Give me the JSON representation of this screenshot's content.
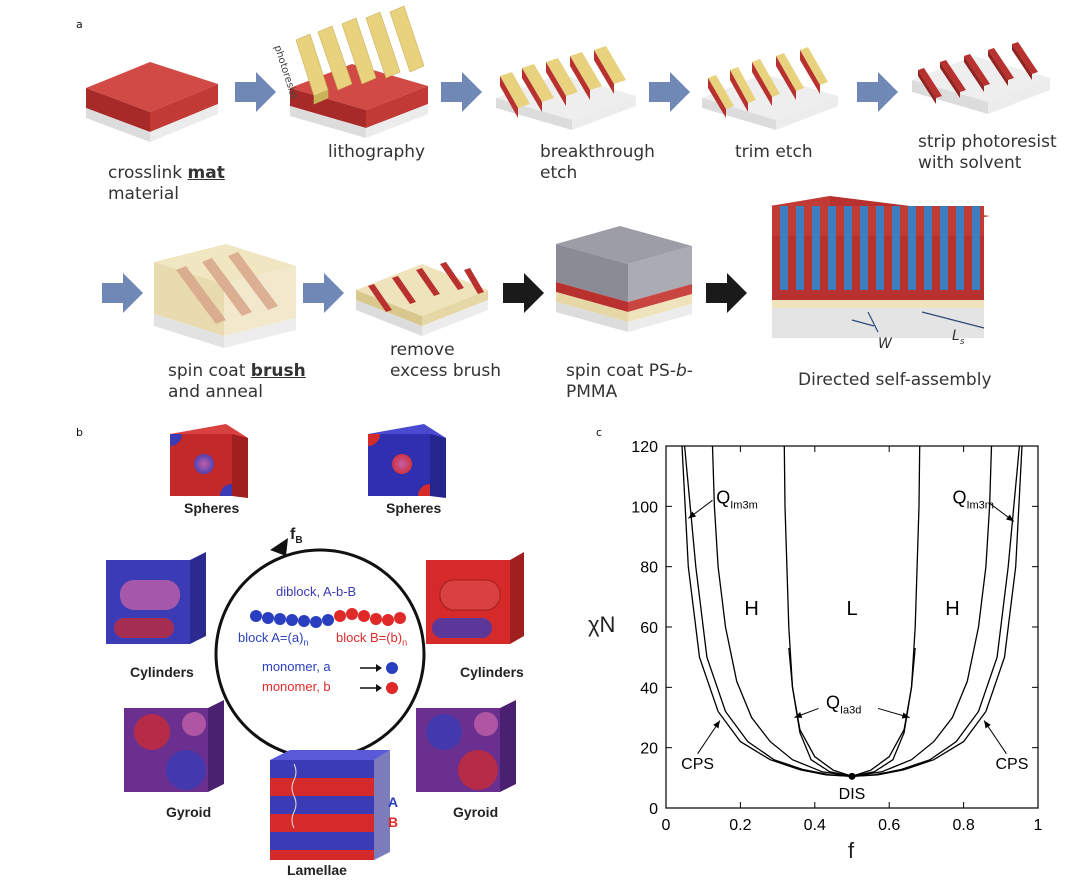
{
  "panel_a": {
    "letter": "a",
    "photoresist_label": "photoresist",
    "steps": [
      {
        "pre": "crosslink ",
        "bold": "mat",
        "post": "\nmaterial"
      },
      {
        "pre": "lithography",
        "bold": "",
        "post": ""
      },
      {
        "pre": "breakthrough\netch",
        "bold": "",
        "post": ""
      },
      {
        "pre": "trim etch",
        "bold": "",
        "post": ""
      },
      {
        "pre": "strip photoresist\nwith solvent",
        "bold": "",
        "post": ""
      },
      {
        "pre": "spin coat ",
        "bold": "brush",
        "post": "\nand anneal"
      },
      {
        "pre": "remove\nexcess brush",
        "bold": "",
        "post": ""
      },
      {
        "pre": "spin coat PS-",
        "italic": "b",
        "post": "-\nPMMA"
      },
      {
        "pre": "Directed self-assembly",
        "bold": "",
        "post": ""
      }
    ],
    "w_label": "W",
    "ls_label": "L",
    "ls_sub": "s",
    "colors": {
      "red": "#b8312f",
      "blue": "#3b7fbf",
      "yellow": "#ecd98a",
      "arrow": "#6f88b5"
    }
  },
  "panel_b": {
    "letter": "b",
    "phases": {
      "spheres_left": "Spheres",
      "spheres_right": "Spheres",
      "cylinders_left": "Cylinders",
      "cylinders_right": "Cylinders",
      "gyroid_left": "Gyroid",
      "gyroid_right": "Gyroid",
      "lamellae": "Lamellae"
    },
    "fb_label": "f",
    "fb_sub": "B",
    "diblock": "diblock, A-b-B",
    "block_a": "block A=(a)",
    "block_a_sub": "n",
    "block_b": "block B=(b)",
    "block_b_sub": "n",
    "monomer_a": "monomer, a",
    "monomer_b": "monomer, b",
    "lam_a": "A",
    "lam_b": "B"
  },
  "panel_c": {
    "letter": "c",
    "chart_data": {
      "type": "line",
      "xlabel": "f",
      "ylabel": "χN",
      "xlim": [
        0,
        1
      ],
      "ylim": [
        0,
        120
      ],
      "x_ticks": [
        "0",
        "0.2",
        "0.4",
        "0.6",
        "0.8",
        "1"
      ],
      "y_ticks": [
        "0",
        "20",
        "40",
        "60",
        "80",
        "100",
        "120"
      ],
      "region_labels": {
        "H_left": "H",
        "L": "L",
        "H_right": "H",
        "DIS": "DIS",
        "CPS_left": "CPS",
        "CPS_right": "CPS"
      },
      "q_im3m": "Q",
      "q_im3m_sub": "Im3m",
      "q_ia3d": "Q",
      "q_ia3d_sub": "Ia3d",
      "critical_point": {
        "f": 0.5,
        "chiN": 10.5
      },
      "series": [
        {
          "values": [
            [
              0.043,
              120
            ],
            [
              0.06,
              80
            ],
            [
              0.09,
              50
            ],
            [
              0.14,
              32
            ],
            [
              0.2,
              22
            ],
            [
              0.28,
              16
            ],
            [
              0.36,
              12.7
            ],
            [
              0.43,
              11
            ],
            [
              0.5,
              10.5
            ]
          ]
        },
        {
          "values": [
            [
              0.05,
              120
            ],
            [
              0.08,
              80
            ],
            [
              0.11,
              50
            ],
            [
              0.16,
              32
            ],
            [
              0.22,
              22
            ],
            [
              0.29,
              16
            ],
            [
              0.37,
              12.7
            ],
            [
              0.44,
              11
            ],
            [
              0.5,
              10.5
            ]
          ]
        },
        {
          "values": [
            [
              0.125,
              120
            ],
            [
              0.13,
              100
            ],
            [
              0.14,
              80
            ],
            [
              0.16,
              60
            ],
            [
              0.19,
              42
            ],
            [
              0.23,
              30
            ],
            [
              0.28,
              22
            ],
            [
              0.34,
              16
            ],
            [
              0.42,
              12
            ],
            [
              0.5,
              10.5
            ]
          ]
        },
        {
          "values": [
            [
              0.318,
              120
            ],
            [
              0.32,
              100
            ],
            [
              0.325,
              80
            ],
            [
              0.33,
              60
            ],
            [
              0.34,
              40
            ],
            [
              0.36,
              25
            ],
            [
              0.39,
              16
            ],
            [
              0.44,
              12
            ],
            [
              0.5,
              10.5
            ]
          ]
        },
        {
          "values": [
            [
              0.33,
              53
            ],
            [
              0.34,
              40
            ],
            [
              0.36,
              26
            ],
            [
              0.4,
              17
            ],
            [
              0.45,
              12.5
            ],
            [
              0.5,
              10.5
            ]
          ]
        }
      ]
    }
  }
}
